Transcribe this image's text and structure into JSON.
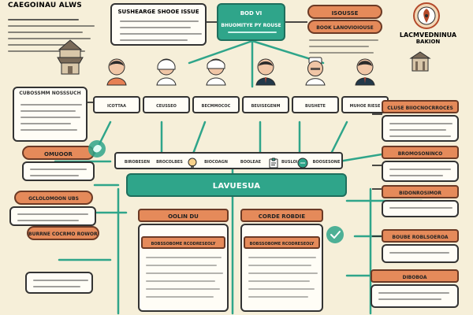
{
  "corner_text": "CAEGOINAU ALWS",
  "top": {
    "left_box_title": "SUSHEARGE SHOOE ISSUE",
    "center_box_title": "BOD VI",
    "center_box_subtitle": "BHUOMITYE PY ROUSE",
    "right_orange_1": "ISOUSSE",
    "right_orange_2": "BOOK LANOVIOIOUSE"
  },
  "top_right_label": {
    "line1": "LACMVEDNINUA",
    "line2": "BAKION"
  },
  "people_cards": [
    {
      "label": "ICOTTAA"
    },
    {
      "label": "CEUSSEO"
    },
    {
      "label": "BECMMOCOC"
    },
    {
      "label": "BEUISEGENM"
    },
    {
      "label": "BUSHETE"
    },
    {
      "label": "MUHOE RIESE"
    }
  ],
  "strip_labels": [
    {
      "label": "BIROBESEN"
    },
    {
      "label": "BROCOLBES"
    },
    {
      "label": "BIOCOAGN"
    },
    {
      "label": "BOOLEAE"
    },
    {
      "label": "BUSLORIN"
    },
    {
      "label": "BOOSESONE"
    }
  ],
  "center": {
    "banner": "LAVUESUA",
    "left_col_header": "OOLIN DU",
    "right_col_header": "CORDE ROBDIE",
    "left_col_row2": "BOBSSOBOME RCODRESEOLY",
    "right_col_row2": "BOBSSOBOME RCODRESEOLY"
  },
  "left_notes": {
    "box1_title": "CUBOSSMM NOSSSUCH",
    "box2_label": "OMUOOR",
    "box3_label": "GCLOLOMOON UBS",
    "box4_label": "BURRNE COCRMO ROWOROS"
  },
  "right_notes": {
    "box1_title": "CLUSE BIIOCNOCRROCES",
    "box2_label": "BROMOSONINCO",
    "box3_label": "BIDONROSIMOR",
    "box4_label": "BOUBE ROBLSOEROA",
    "box5_label": "DIBOBOA"
  }
}
